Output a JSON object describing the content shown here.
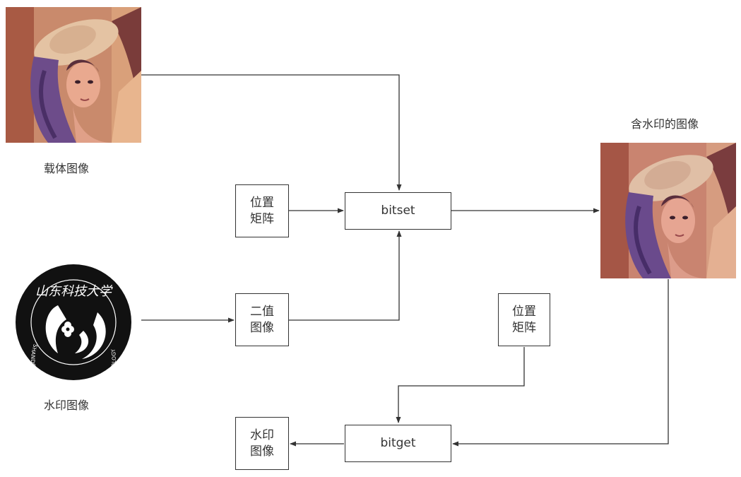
{
  "captions": {
    "carrier": "载体图像",
    "watermark": "水印图像",
    "watermarked": "含水印的图像"
  },
  "boxes": {
    "pos_matrix_1": [
      "位置",
      "矩阵"
    ],
    "binary_image": [
      "二值",
      "图像"
    ],
    "bitset": "bitset",
    "pos_matrix_2": [
      "位置",
      "矩阵"
    ],
    "bitget": "bitget",
    "wm_output": [
      "水印",
      "图像"
    ]
  },
  "logo": {
    "ring_text": "SHANDONG UNIVERSITY OF SCIENCE AND TECHNOLOGY",
    "calligraphy": "山东科技大学"
  },
  "colors": {
    "line": "#333333",
    "box_border": "#333333"
  }
}
